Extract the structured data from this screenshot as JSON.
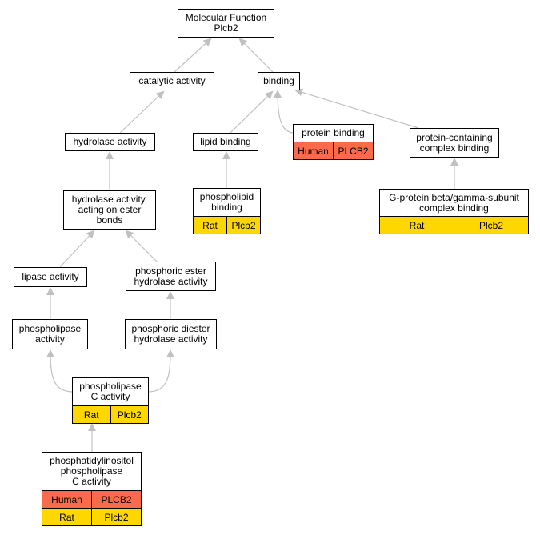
{
  "nodes": {
    "mf": {
      "label": "Molecular Function\nPlcb2"
    },
    "catalytic": {
      "label": "catalytic activity"
    },
    "binding": {
      "label": "binding"
    },
    "hydrolase": {
      "label": "hydrolase activity"
    },
    "lipid_binding": {
      "label": "lipid binding"
    },
    "protein_binding": {
      "label": "protein binding",
      "annotations": [
        [
          "Human",
          "PLCB2"
        ]
      ]
    },
    "complex_binding": {
      "label": "protein-containing\ncomplex binding"
    },
    "hydrolase_ester": {
      "label": "hydrolase activity,\nacting on ester\nbonds"
    },
    "phospholipid_binding": {
      "label": "phospholipid\nbinding",
      "annotations": [
        [
          "Rat",
          "Plcb2"
        ]
      ]
    },
    "gprotein": {
      "label": "G-protein beta/gamma-subunit\ncomplex binding",
      "annotations": [
        [
          "Rat",
          "Plcb2"
        ]
      ]
    },
    "lipase": {
      "label": "lipase activity"
    },
    "phosphoric_ester": {
      "label": "phosphoric ester\nhydrolase activity"
    },
    "phospholipase": {
      "label": "phospholipase\nactivity"
    },
    "phosphoric_diester": {
      "label": "phosphoric diester\nhydrolase activity"
    },
    "plc": {
      "label": "phospholipase\nC activity",
      "annotations": [
        [
          "Rat",
          "Plcb2"
        ]
      ]
    },
    "pi_plc": {
      "label": "phosphatidylinositol\nphospholipase\nC activity",
      "annotations": [
        [
          "Human",
          "PLCB2"
        ],
        [
          "Rat",
          "Plcb2"
        ]
      ]
    }
  },
  "species_colors": {
    "Human": "#fa6a4b",
    "Rat": "#ffd700"
  },
  "edge_color": "#c0c0c0"
}
